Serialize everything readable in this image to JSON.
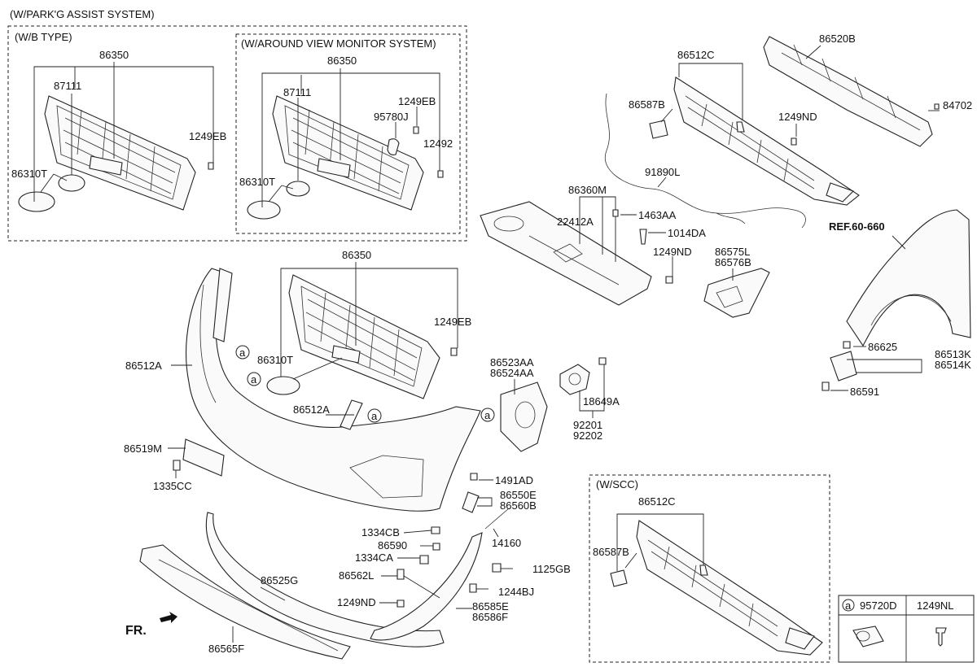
{
  "sections": {
    "park_assist": "(W/PARK'G ASSIST SYSTEM)",
    "wb_type": "(W/B TYPE)",
    "avm": "(W/AROUND VIEW MONITOR SYSTEM)",
    "scc": "(W/SCC)",
    "ref": "REF.60-660",
    "fr": "FR."
  },
  "labels": {
    "p86350_a": "86350",
    "p87111_a": "87111",
    "p1249EB_a": "1249EB",
    "p86310T_a": "86310T",
    "p86350_b": "86350",
    "p87111_b": "87111",
    "p1249EB_b": "1249EB",
    "p95780J": "95780J",
    "p12492": "12492",
    "p86310T_b": "86310T",
    "p86512C_a": "86512C",
    "p86587B_a": "86587B",
    "p1249ND_a": "1249ND",
    "p86520B": "86520B",
    "p84702": "84702",
    "p91890L": "91890L",
    "p86360M": "86360M",
    "p22412A": "22412A",
    "p1463AA": "1463AA",
    "p1014DA": "1014DA",
    "p1249ND_b": "1249ND",
    "p86575L": "86575L",
    "p86576B": "86576B",
    "p86350_c": "86350",
    "p1249EB_c": "1249EB",
    "p86512A_a": "86512A",
    "p86310T_c": "86310T",
    "p86512A_b": "86512A",
    "p86519M": "86519M",
    "p1335CC": "1335CC",
    "p86523AA": "86523AA",
    "p86524AA": "86524AA",
    "p18649A": "18649A",
    "p92201": "92201",
    "p92202": "92202",
    "p86625": "86625",
    "p86513K": "86513K",
    "p86514K": "86514K",
    "p86591": "86591",
    "p1491AD": "1491AD",
    "p86550E": "86550E",
    "p86560B": "86560B",
    "p1334CB": "1334CB",
    "p14160": "14160",
    "p86590": "86590",
    "p1334CA": "1334CA",
    "p1125GB": "1125GB",
    "p86562L": "86562L",
    "p1244BJ": "1244BJ",
    "p86525G": "86525G",
    "p1249ND_c": "1249ND",
    "p86585E": "86585E",
    "p86586F": "86586F",
    "p86565F": "86565F",
    "p86512C_b": "86512C",
    "p86587B_b": "86587B",
    "legend_a": "a",
    "legend_95720D": "95720D",
    "legend_1249NL": "1249NL",
    "mark_a1": "a",
    "mark_a2": "a",
    "mark_a3": "a",
    "mark_a4": "a"
  }
}
